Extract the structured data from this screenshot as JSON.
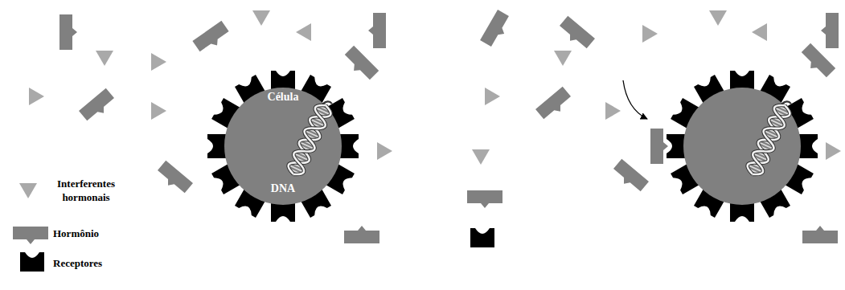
{
  "diagram": {
    "nodes": [
      {
        "text": [
          "Célula",
          "DNA"
        ]
      }
    ],
    "legend": [
      {
        "text": "Interferentes hormonais"
      },
      {
        "text": "Hormônio"
      },
      {
        "text": "Receptores"
      }
    ]
  }
}
